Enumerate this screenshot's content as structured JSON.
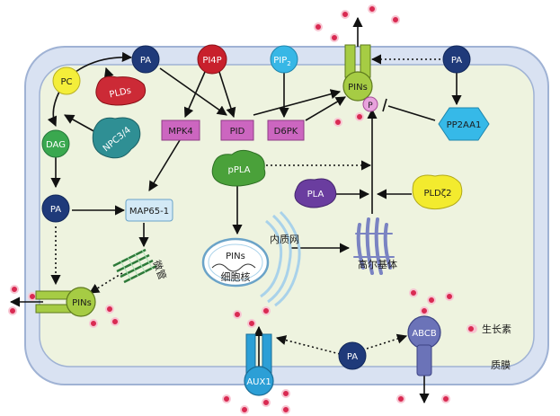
{
  "labels": {
    "pc": "PC",
    "pa_top": "PA",
    "pi4p": "PI4P",
    "pip2_base": "PIP",
    "pip2_sub": "2",
    "pa_right": "PA",
    "pins_top": "PINs",
    "p_mark": "P",
    "plds": "PLDs",
    "npc": "NPC3/4",
    "dag": "DAG",
    "mpk4": "MPK4",
    "pid": "PID",
    "d6pk": "D6PK",
    "pp2aa1": "PP2AA1",
    "pa_left": "PA",
    "ppla": "pPLA",
    "pla": "PLA",
    "pldz2": "PLDζ2",
    "map65": "MAP65-1",
    "microtubule": "微管",
    "pins_nucleus": "PINs",
    "nucleus": "细胞核",
    "er": "内质网",
    "golgi": "高尔基体",
    "pins_left": "PINs",
    "auxin_legend": "生长素",
    "abcb": "ABCB",
    "pa_bottom": "PA",
    "aux1": "AUX1",
    "membrane": "质膜"
  },
  "colors": {
    "membrane_fill": "#d9e2f2",
    "membrane_edge": "#9fb2d4",
    "cytoplasm": "#eef3df",
    "pa_node": "#1f3a7a",
    "pi4p_node": "#c8202c",
    "pip2_node": "#37b7e6",
    "pc_node": "#f4ee3a",
    "dag_node": "#3aa84f",
    "kinase_box": "#cc66c0",
    "pp2aa1_hex": "#36b9e8",
    "pins_green": "#a6cc44",
    "plds_red": "#cc2a36",
    "npc_teal": "#2f8f94",
    "ppla_green": "#4aa13a",
    "pla_purple": "#6a3d9f",
    "pldz2_yellow": "#f3eb2e",
    "abcb_blue": "#6b73b8",
    "aux1_blue": "#2c9fd6",
    "auxin_dot": "#d92a52"
  }
}
